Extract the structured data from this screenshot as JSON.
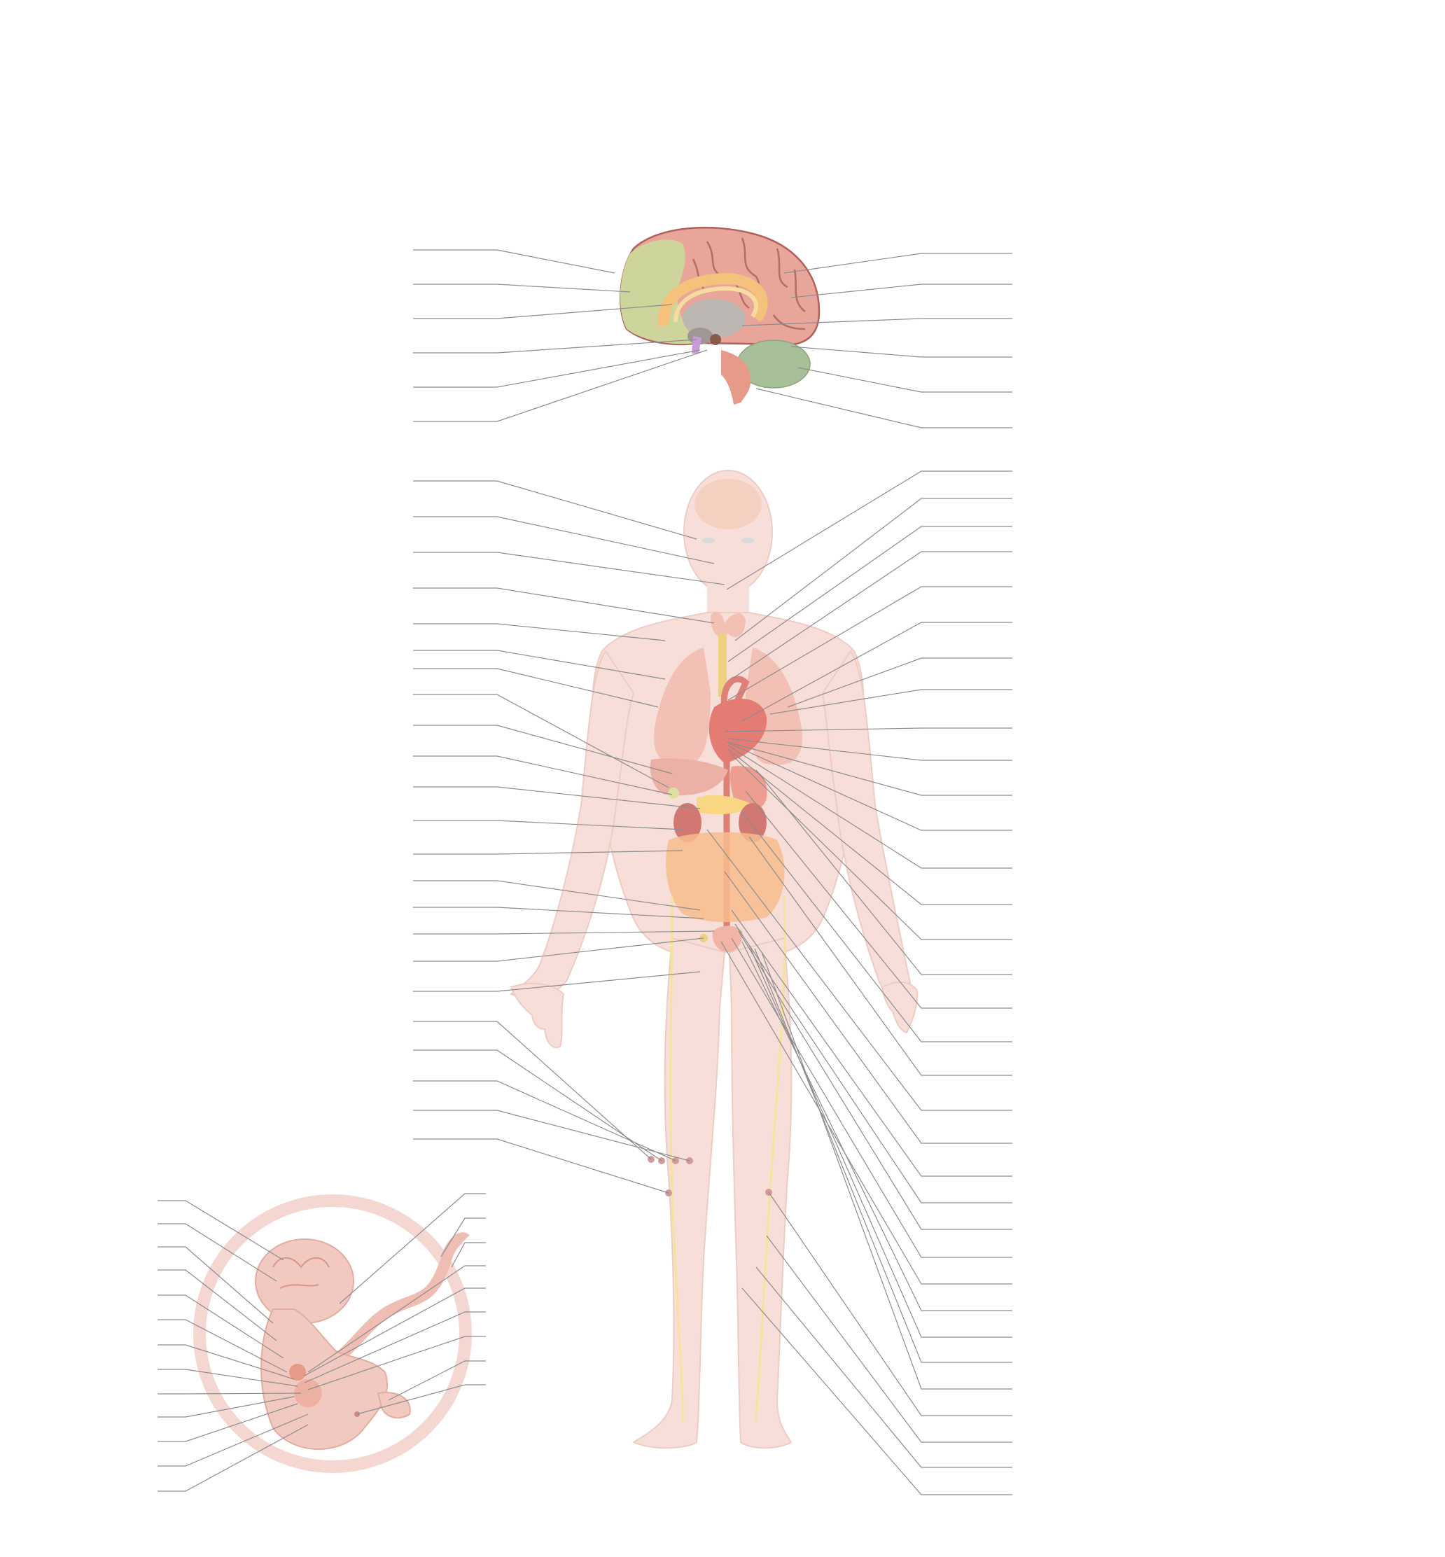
{
  "figure": {
    "kind": "unlabeled anatomical diagram",
    "labels_visible": false,
    "sections": [
      "brain",
      "body",
      "fetus"
    ]
  },
  "colors": {
    "background": "#ffffff",
    "leader_line": "#8c8c8c",
    "skin": "#f6d9d2",
    "skin_outline": "#ecc4ba",
    "brain_cortex": "#e8a59a",
    "frontal_lobe": "#cdd59c",
    "cingulate": "#f4c27a",
    "thalamus": "#bdb7b3",
    "cerebellum": "#a8c09a",
    "brainstem": "#e79a88",
    "pituitary": "#c89bd6",
    "heart": "#e0665c",
    "lung": "#f2b6aa",
    "liver": "#e9a497",
    "kidney": "#c9615a",
    "intestine": "#f7b27a",
    "pancreas": "#f7cf6d",
    "nerve": "#f0e08a",
    "fetus": "#f1c9c0",
    "womb_ring": "#f3d3cc"
  }
}
